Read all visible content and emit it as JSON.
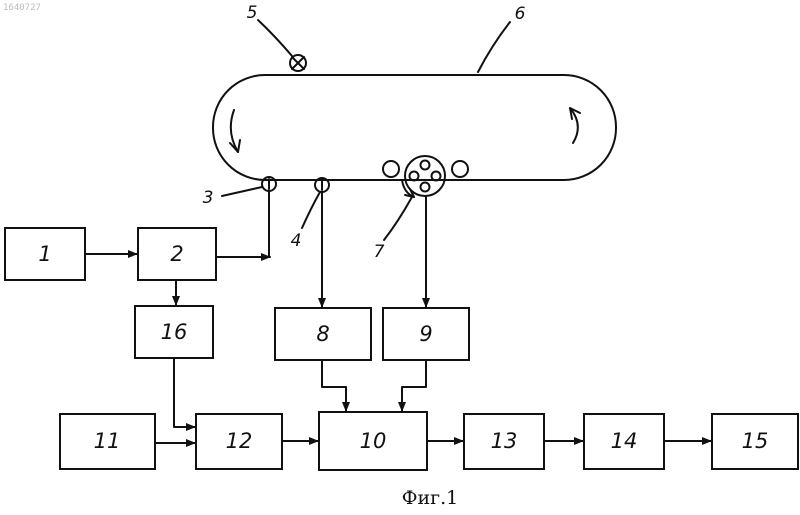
{
  "corner_text": "1640727",
  "caption": "Фиг.1",
  "vessel": {
    "label": "6",
    "valve_label": "5",
    "sensor_3_label": "3",
    "sensor_4_label": "4",
    "sensor_7_label": "7"
  },
  "blocks": {
    "b1": "1",
    "b2": "2",
    "b8": "8",
    "b9": "9",
    "b10": "10",
    "b11": "11",
    "b12": "12",
    "b13": "13",
    "b14": "14",
    "b15": "15",
    "b16": "16"
  }
}
